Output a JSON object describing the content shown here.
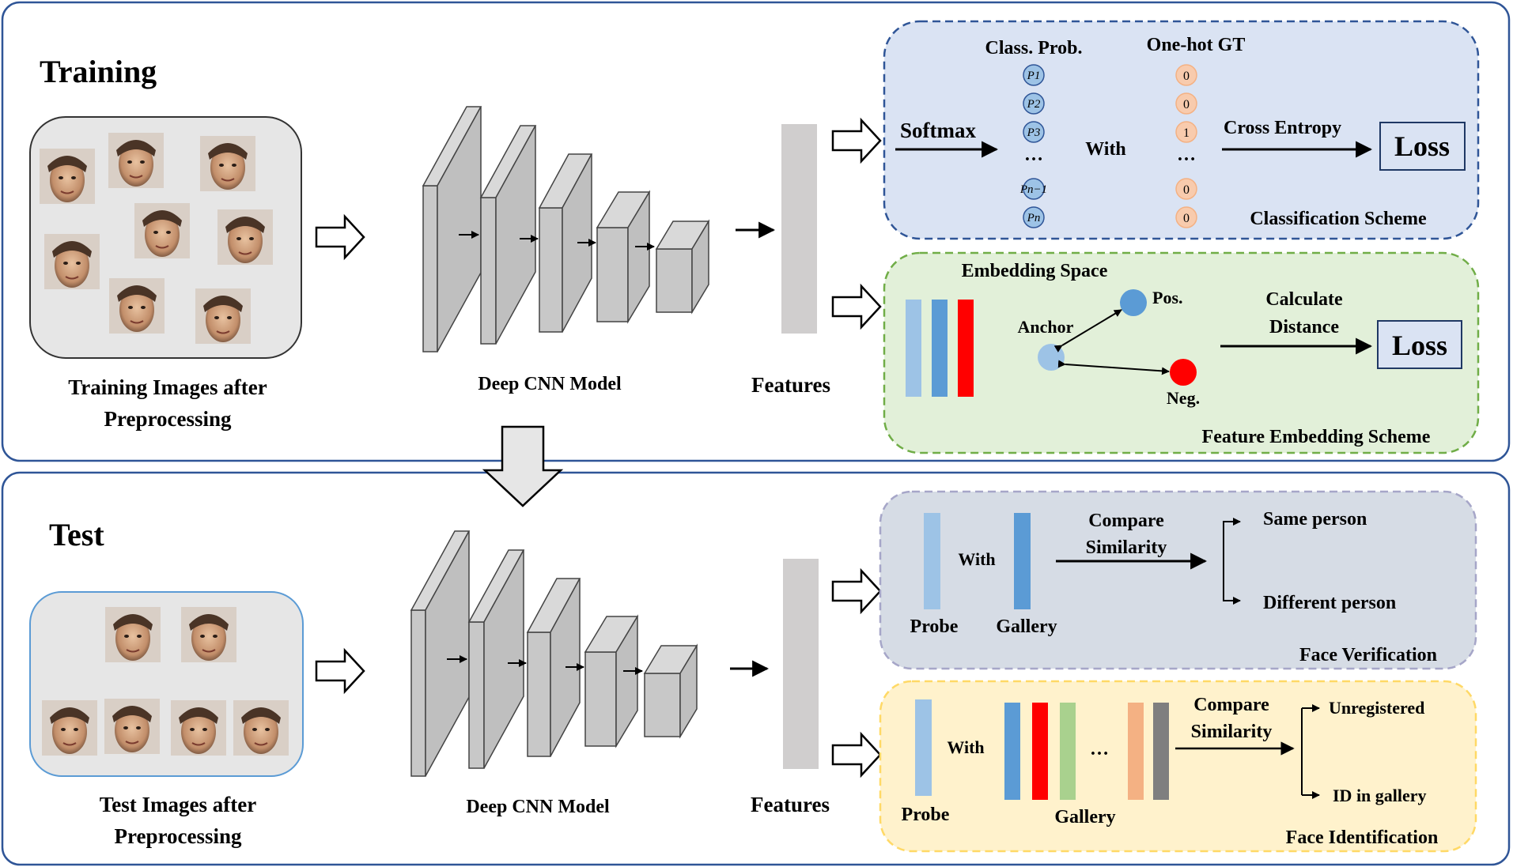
{
  "training": {
    "title": "Training",
    "images_caption": [
      "Training Images after",
      "Preprocessing"
    ],
    "model_label": "Deep CNN Model",
    "features_label": "Features",
    "classification": {
      "header_prob": "Class. Prob.",
      "header_gt": "One-hot GT",
      "softmax": "Softmax",
      "with": "With",
      "prob_labels": [
        "P1",
        "P2",
        "P3",
        "Pn−1",
        "Pn"
      ],
      "ellipsis": "…",
      "gt_values": [
        "0",
        "0",
        "1",
        "0",
        "0"
      ],
      "cross_entropy": "Cross Entropy",
      "loss": "Loss",
      "scheme": "Classification Scheme"
    },
    "embedding": {
      "title": "Embedding Space",
      "anchor": "Anchor",
      "pos": "Pos.",
      "neg": "Neg.",
      "calc": [
        "Calculate",
        "Distance"
      ],
      "loss": "Loss",
      "scheme": "Feature Embedding Scheme"
    }
  },
  "test": {
    "title": "Test",
    "images_caption": [
      "Test Images after",
      "Preprocessing"
    ],
    "model_label": "Deep CNN Model",
    "features_label": "Features",
    "verification": {
      "with": "With",
      "probe": "Probe",
      "gallery": "Gallery",
      "compare": [
        "Compare",
        "Similarity"
      ],
      "same": "Same person",
      "different": "Different person",
      "scheme": "Face Verification"
    },
    "identification": {
      "with": "With",
      "probe": "Probe",
      "gallery": "Gallery",
      "ellipsis": "…",
      "compare": [
        "Compare",
        "Similarity"
      ],
      "unregistered": "Unregistered",
      "id_in_gallery": "ID in gallery",
      "scheme": "Face Identification"
    }
  },
  "colors": {
    "panel_border": "#2f5597",
    "classification_bg": "#dae3f3",
    "embedding_bg": "#e2f0d9",
    "verification_bg": "#d6dce5",
    "identification_bg": "#fff2cc",
    "light_blue": "#9dc3e6",
    "mid_blue": "#5b9bd5",
    "red": "#ff0000",
    "green": "#a9d18e",
    "orange": "#f4b183",
    "gray": "#7f7f7f",
    "cnn_face": "#c8c8c8"
  }
}
